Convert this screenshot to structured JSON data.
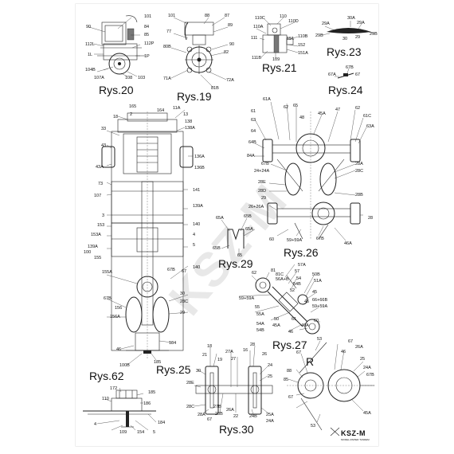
{
  "figures": {
    "rys20": "Rys.20",
    "rys19": "Rys.19",
    "rys21": "Rys.21",
    "rys23": "Rys.23",
    "rys24": "Rys.24",
    "rys25": "Rys.25",
    "rys26": "Rys.26",
    "rys27": "Rys.27",
    "rys29": "Rys.29",
    "rys30": "Rys.30",
    "rys62": "Rys.62"
  },
  "logo": {
    "text": "KSZ-M",
    "subtext": "MODEL-PAPIER TANDEM"
  },
  "watermark": "KSZ-M",
  "callouts": {
    "r20": [
      "90",
      "101",
      "84",
      "85",
      "112P",
      "1P",
      "103",
      "108",
      "107A",
      "104B",
      "1L",
      "112L"
    ],
    "r19": [
      "101",
      "88",
      "87",
      "89",
      "77",
      "90",
      "80B",
      "82",
      "71A",
      "81B",
      "72A"
    ],
    "r21": [
      "110C",
      "110",
      "110D",
      "110A",
      "111",
      "110B",
      "152",
      "151A",
      "111B",
      "109",
      "151"
    ],
    "r23": [
      "29A",
      "30A",
      "29A",
      "29B",
      "29B",
      "30",
      "29"
    ],
    "r24": [
      "67B",
      "67A",
      "67"
    ],
    "r25": [
      "165",
      "164",
      "11A",
      "18",
      "2",
      "13",
      "138",
      "138A",
      "33",
      "43",
      "136A",
      "136B",
      "43A",
      "73",
      "107",
      "141",
      "139A",
      "3",
      "153",
      "153A",
      "139A",
      "100",
      "155",
      "140",
      "4",
      "5",
      "140",
      "155A",
      "67B",
      "67",
      "30",
      "28C",
      "156",
      "156A",
      "29",
      "46",
      "184",
      "185",
      "100B",
      "67B"
    ],
    "r26": [
      "61A",
      "62",
      "65",
      "45A",
      "47",
      "62",
      "61",
      "61C",
      "63",
      "63A",
      "64",
      "64B",
      "84A",
      "48",
      "67B",
      "24+24A",
      "28A",
      "28C",
      "28E",
      "28D",
      "28B",
      "29",
      "26+26A",
      "28",
      "60",
      "59+59A",
      "67B",
      "46A"
    ],
    "r29": [
      "65A",
      "65B",
      "65A",
      "65B",
      "65"
    ],
    "r27": [
      "57A",
      "57",
      "81",
      "81C",
      "56A+B",
      "54",
      "54B",
      "50B",
      "51A",
      "52",
      "45",
      "45",
      "66+66B",
      "59+59A",
      "62",
      "59+59A",
      "55",
      "55A",
      "60",
      "54A",
      "54B",
      "50",
      "45A",
      "61",
      "46A",
      "46"
    ],
    "r30": [
      "18",
      "21",
      "27A",
      "28",
      "16",
      "26",
      "19",
      "27",
      "30",
      "28E",
      "24",
      "25",
      "28C",
      "28A",
      "27B",
      "26A",
      "28B",
      "24B",
      "25A",
      "24A",
      "22",
      "67"
    ],
    "r31": [
      "53",
      "67",
      "26A",
      "46",
      "67",
      "25",
      "24A",
      "67B",
      "88",
      "85",
      "67",
      "53",
      "45A",
      "R"
    ],
    "r62": [
      "172",
      "185",
      "110",
      "186",
      "4",
      "109",
      "154",
      "5",
      "184"
    ]
  }
}
